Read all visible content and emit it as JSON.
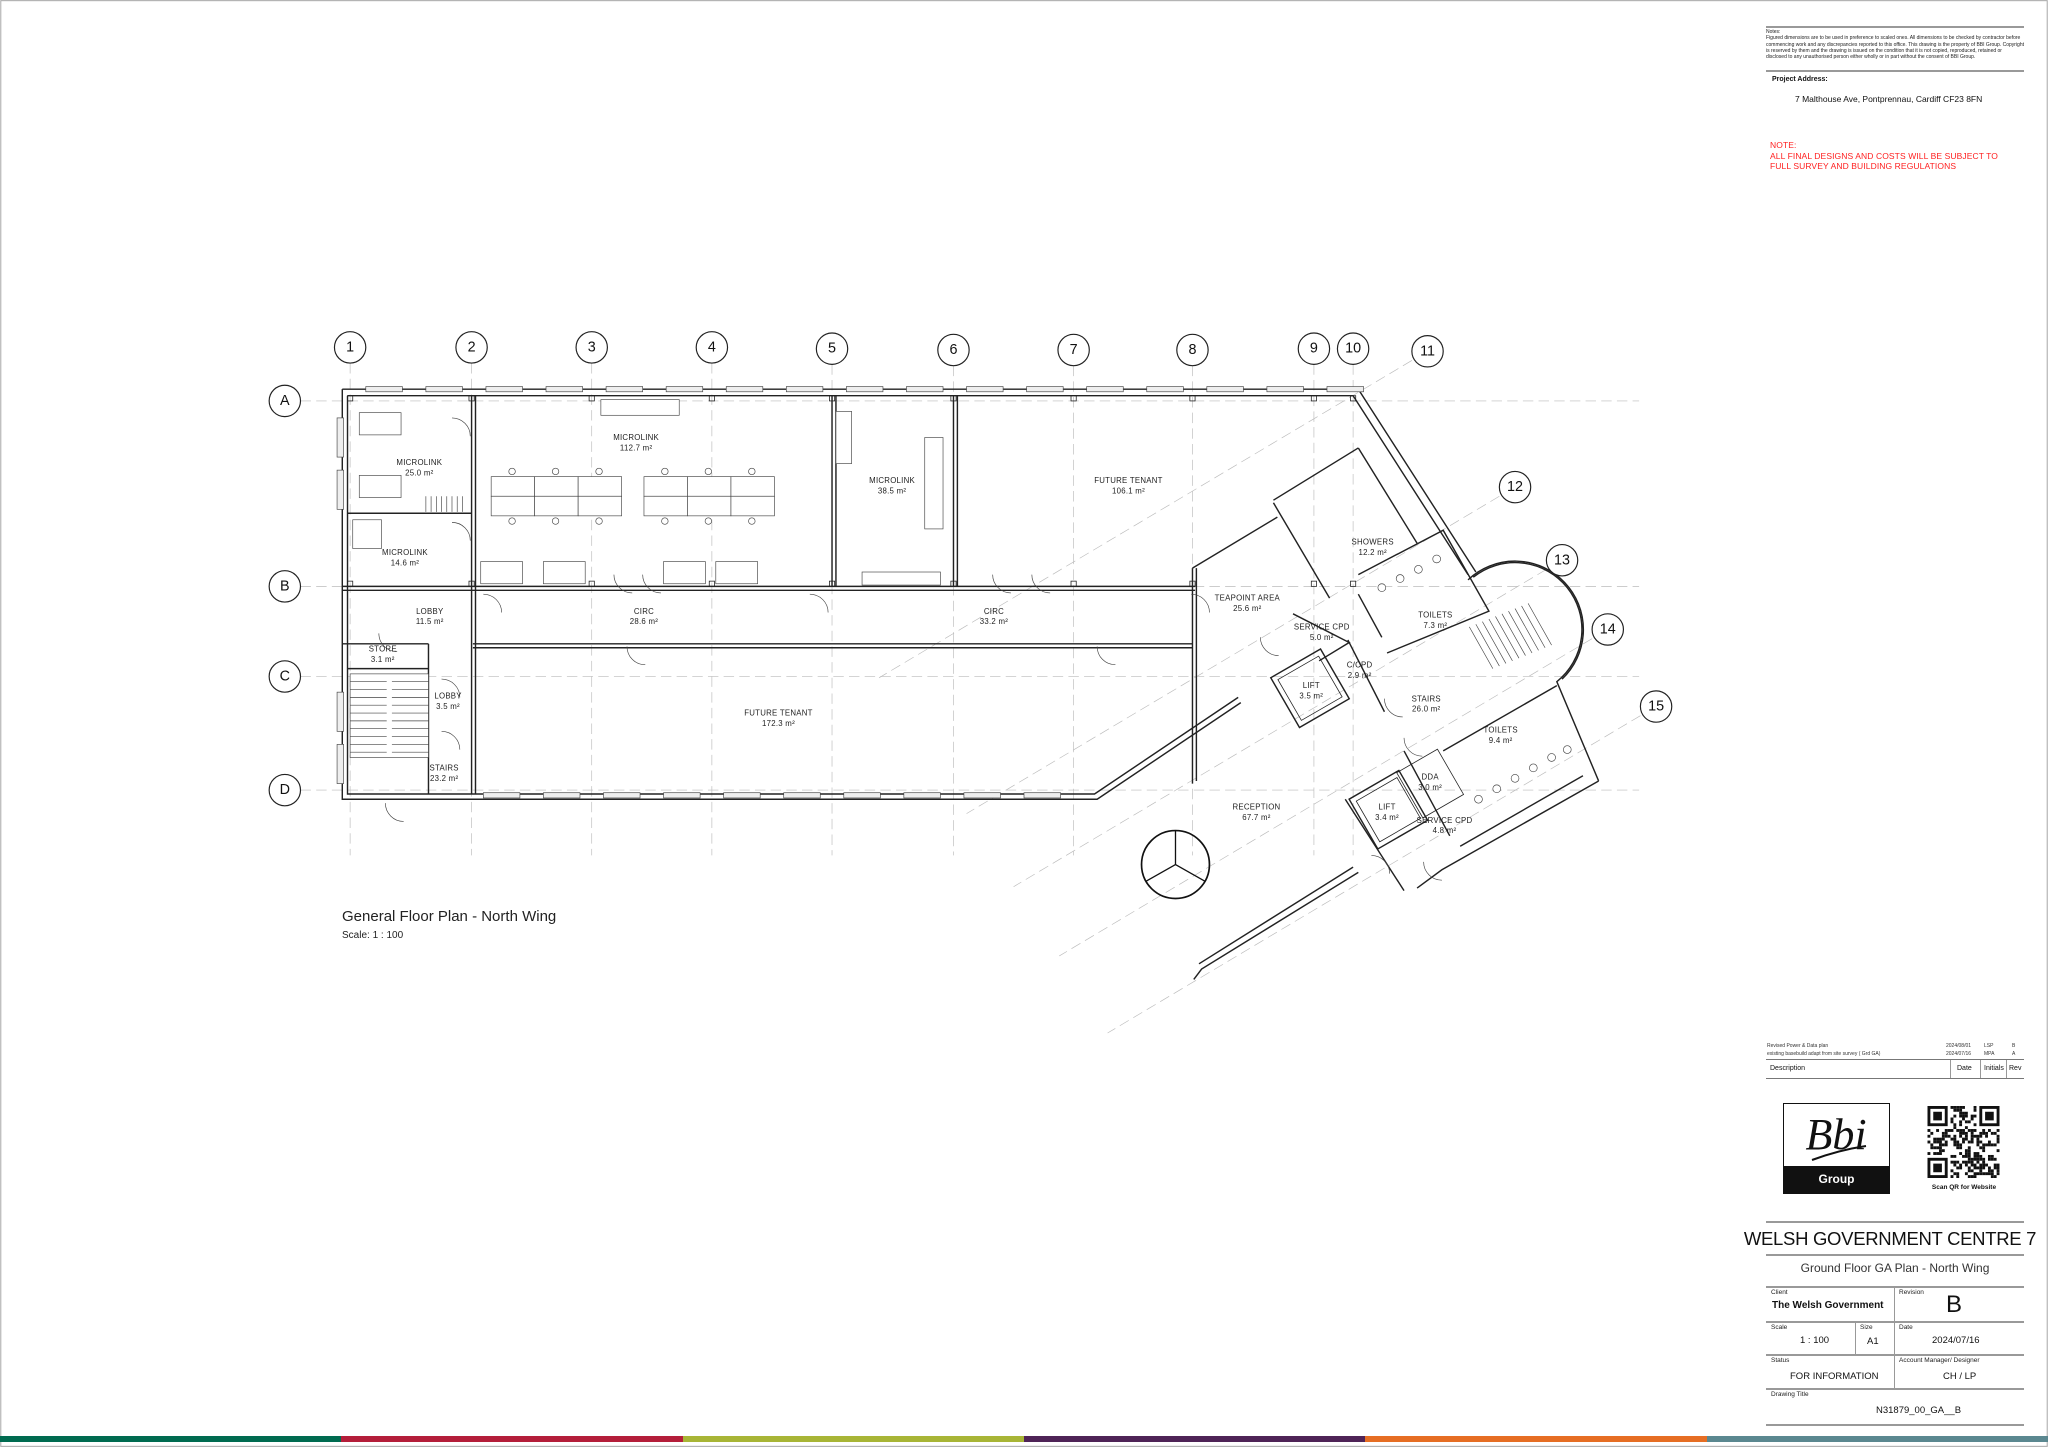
{
  "grid": {
    "columns": [
      "1",
      "2",
      "3",
      "4",
      "5",
      "6",
      "7",
      "8",
      "9",
      "10",
      "11",
      "12",
      "13",
      "14",
      "15"
    ],
    "rows": [
      "A",
      "B",
      "C",
      "D"
    ]
  },
  "rooms": [
    {
      "name": "MICROLINK",
      "area": "25.0 m²"
    },
    {
      "name": "MICROLINK",
      "area": "14.6 m²"
    },
    {
      "name": "MICROLINK",
      "area": "112.7 m²"
    },
    {
      "name": "MICROLINK",
      "area": "38.5 m²"
    },
    {
      "name": "FUTURE TENANT",
      "area": "106.1 m²"
    },
    {
      "name": "LOBBY",
      "area": "11.5 m²"
    },
    {
      "name": "CIRC",
      "area": "28.6 m²"
    },
    {
      "name": "CIRC",
      "area": "33.2 m²"
    },
    {
      "name": "STORE",
      "area": "3.1 m²"
    },
    {
      "name": "LOBBY",
      "area": "3.5 m²"
    },
    {
      "name": "STAIRS",
      "area": "23.2 m²"
    },
    {
      "name": "FUTURE TENANT",
      "area": "172.3 m²"
    },
    {
      "name": "TEAPOINT AREA",
      "area": "25.6 m²"
    },
    {
      "name": "SHOWERS",
      "area": "12.2 m²"
    },
    {
      "name": "TOILETS",
      "area": "7.3 m²"
    },
    {
      "name": "SERVICE CPD",
      "area": "5.0 m²"
    },
    {
      "name": "C/CPD",
      "area": "2.9 m²"
    },
    {
      "name": "LIFT",
      "area": "3.5 m²"
    },
    {
      "name": "STAIRS",
      "area": "26.0 m²"
    },
    {
      "name": "TOILETS",
      "area": "9.4 m²"
    },
    {
      "name": "DDA",
      "area": "3.0 m²"
    },
    {
      "name": "LIFT",
      "area": "3.4 m²"
    },
    {
      "name": "SERVICE CPD",
      "area": "4.8 m²"
    },
    {
      "name": "RECEPTION",
      "area": "67.7 m²"
    }
  ],
  "caption": {
    "title": "General Floor Plan - North Wing",
    "scale": "Scale:  1 : 100"
  },
  "notes": {
    "heading": "Notes:",
    "body": "Figured dimensions are to be used in preference to scaled ones. All dimensions to be checked by contractor before commencing work and any discrepancies reported to this office. This drawing is the property of BBI Group. Copyright is reserved by them and the drawing is issued on the condition that it is not copied, reproduced, retained or disclosed to any unauthorised person either wholly or in part without the consent of BBI Group."
  },
  "project": {
    "label": "Project Address:",
    "address": "7 Malthouse Ave, Pontprennau, Cardiff  CF23 8FN"
  },
  "warning": {
    "line1": "NOTE:",
    "line2": "ALL FINAL DESIGNS AND COSTS WILL BE SUBJECT TO",
    "line3": "FULL SURVEY  AND BUILDING REGULATIONS",
    "color": "#ff2020"
  },
  "revisions": {
    "rows": [
      {
        "description": "Revised Power & Data plan",
        "date": "2024/08/01",
        "initials": "LSP",
        "rev": "B"
      },
      {
        "description": "existing basebuild adapt from site survey ( Grd GA)",
        "date": "2024/07/16",
        "initials": "MPA",
        "rev": "A"
      }
    ],
    "headers": {
      "description": "Description",
      "date": "Date",
      "initials": "Initials",
      "rev": "Rev"
    }
  },
  "logo": {
    "text": "Bbi",
    "sub": "Group"
  },
  "qr_caption": "Scan QR for Website",
  "title_block": {
    "project_title": "WELSH GOVERNMENT CENTRE 7",
    "drawing_subtitle": "Ground Floor GA Plan - North Wing",
    "client_label": "Client",
    "client": "The Welsh Government",
    "revision_label": "Revision",
    "revision": "B",
    "scale_label": "Scale",
    "scale": "1 : 100",
    "size_label": "Size",
    "size": "A1",
    "date_label": "Date",
    "date": "2024/07/16",
    "status_label": "Status",
    "status": "FOR INFORMATION",
    "manager_label": "Account Manager/ Designer",
    "manager": "CH / LP",
    "drawing_title_label": "Drawing Title",
    "drawing_title": "N31879_00_GA__B"
  },
  "colors": {
    "brand_bar": [
      "#006b50",
      "#b41e3a",
      "#a8b536",
      "#4f2457",
      "#e66e24",
      "#5b8890"
    ],
    "note": "#ff2020"
  }
}
